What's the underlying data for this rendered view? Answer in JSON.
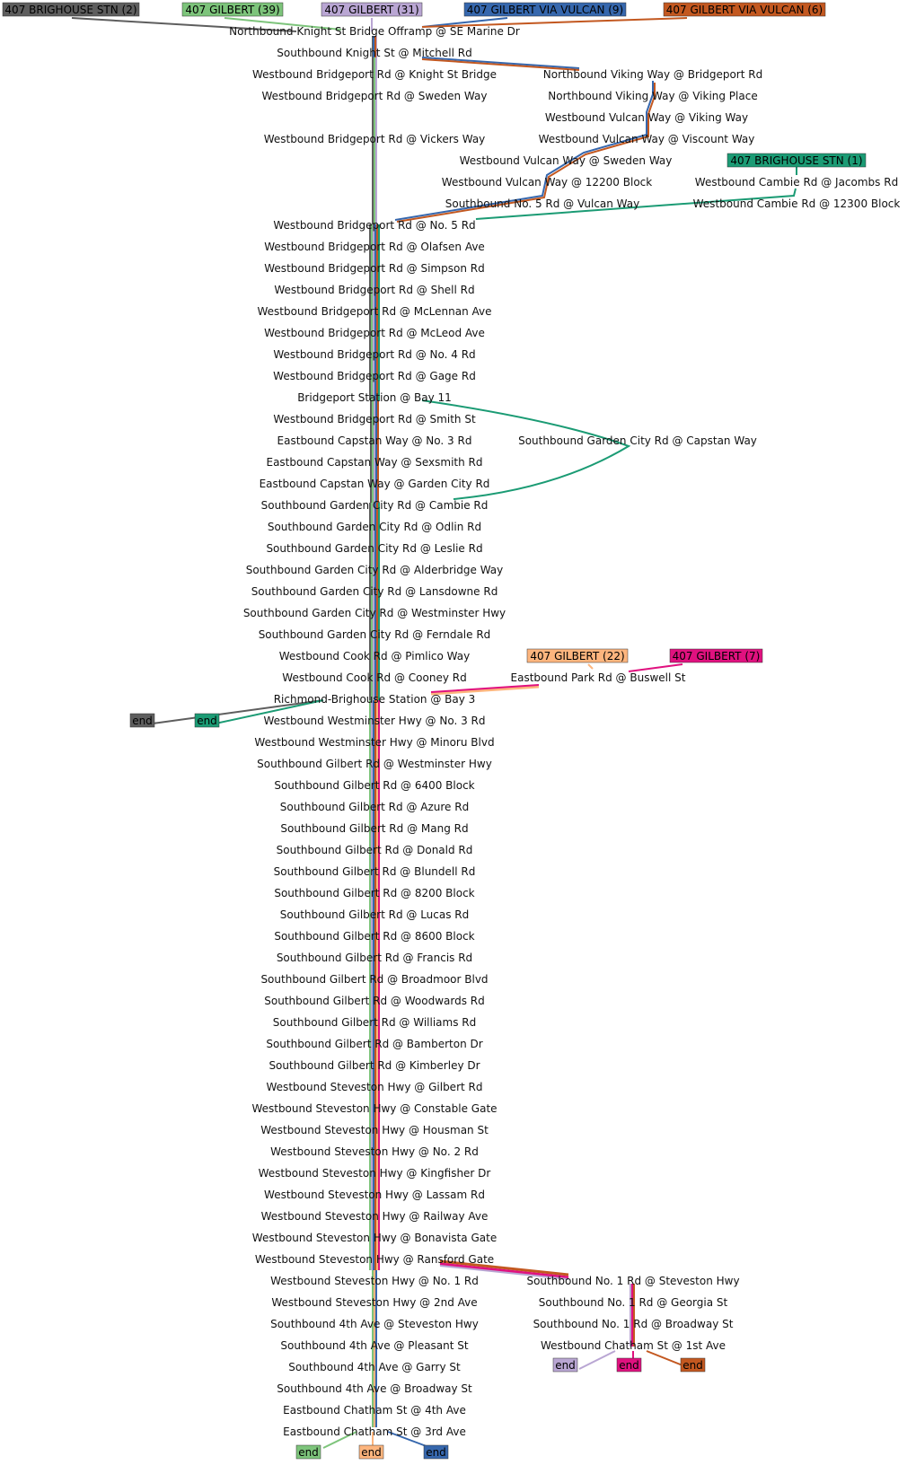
{
  "colors": {
    "gray": "#5e5e5e",
    "lgreen": "#7dc47b",
    "lavender": "#b9a6d3",
    "blue": "#3667ad",
    "orange": "#c35820",
    "teal": "#1b9b74",
    "peach": "#fdb57e",
    "magenta": "#e0117f"
  },
  "routes": [
    {
      "id": "brig2",
      "label": "407 BRIGHOUSE STN (2)",
      "color": "#5e5e5e",
      "text_color": "#000000"
    },
    {
      "id": "gil39",
      "label": "407 GILBERT (39)",
      "color": "#7dc47b",
      "text_color": "#000000"
    },
    {
      "id": "gil31",
      "label": "407 GILBERT (31)",
      "color": "#b9a6d3",
      "text_color": "#000000"
    },
    {
      "id": "vv9",
      "label": "407 GILBERT VIA VULCAN (9)",
      "color": "#3667ad",
      "text_color": "#000000"
    },
    {
      "id": "vv6",
      "label": "407 GILBERT VIA VULCAN (6)",
      "color": "#c35820",
      "text_color": "#000000"
    },
    {
      "id": "brig1",
      "label": "407 BRIGHOUSE STN (1)",
      "color": "#1b9b74",
      "text_color": "#000000"
    },
    {
      "id": "gil22",
      "label": "407 GILBERT (22)",
      "color": "#fdb57e",
      "text_color": "#000000"
    },
    {
      "id": "gil7",
      "label": "407 GILBERT (7)",
      "color": "#e0117f",
      "text_color": "#000000"
    }
  ],
  "stops": [
    {
      "id": "s0",
      "label": "Northbound Knight St Bridge Offramp @ SE Marine Dr"
    },
    {
      "id": "s1",
      "label": "Southbound Knight St @ Mitchell Rd"
    },
    {
      "id": "s2",
      "label": "Westbound Bridgeport Rd @ Knight St Bridge"
    },
    {
      "id": "s3",
      "label": "Westbound Bridgeport Rd @ Sweden Way"
    },
    {
      "id": "s4",
      "label": "Westbound Bridgeport Rd @ Vickers Way"
    },
    {
      "id": "v0",
      "label": "Northbound Viking Way @ Bridgeport Rd"
    },
    {
      "id": "v1",
      "label": "Northbound Viking Way @ Viking Place"
    },
    {
      "id": "v2",
      "label": "Westbound Vulcan Way @ Viking Way"
    },
    {
      "id": "v3",
      "label": "Westbound Vulcan Way @ Viscount Way"
    },
    {
      "id": "v4",
      "label": "Westbound Vulcan Way @ Sweden Way"
    },
    {
      "id": "v5",
      "label": "Westbound Vulcan Way @ 12200 Block"
    },
    {
      "id": "v6",
      "label": "Southbound No. 5 Rd @ Vulcan Way"
    },
    {
      "id": "c0",
      "label": "Westbound Cambie Rd @ Jacombs Rd"
    },
    {
      "id": "c1",
      "label": "Westbound Cambie Rd @ 12300 Block"
    },
    {
      "id": "m0",
      "label": "Westbound Bridgeport Rd @ No. 5 Rd"
    },
    {
      "id": "m1",
      "label": "Westbound Bridgeport Rd @ Olafsen Ave"
    },
    {
      "id": "m2",
      "label": "Westbound Bridgeport Rd @ Simpson Rd"
    },
    {
      "id": "m3",
      "label": "Westbound Bridgeport Rd @ Shell Rd"
    },
    {
      "id": "m4",
      "label": "Westbound Bridgeport Rd @ McLennan Ave"
    },
    {
      "id": "m5",
      "label": "Westbound Bridgeport Rd @ McLeod Ave"
    },
    {
      "id": "m6",
      "label": "Westbound Bridgeport Rd @ No. 4 Rd"
    },
    {
      "id": "m7",
      "label": "Westbound Bridgeport Rd @ Gage Rd"
    },
    {
      "id": "m8",
      "label": "Bridgeport Station @ Bay 11"
    },
    {
      "id": "m9",
      "label": "Westbound Bridgeport Rd @ Smith St"
    },
    {
      "id": "g0",
      "label": "Southbound Garden City Rd @ Capstan Way"
    },
    {
      "id": "m10",
      "label": "Eastbound Capstan Way @ No. 3 Rd"
    },
    {
      "id": "m11",
      "label": "Eastbound Capstan Way @ Sexsmith Rd"
    },
    {
      "id": "m12",
      "label": "Eastbound Capstan Way @ Garden City Rd"
    },
    {
      "id": "m13",
      "label": "Southbound Garden City Rd @ Cambie Rd"
    },
    {
      "id": "m14",
      "label": "Southbound Garden City Rd @ Odlin Rd"
    },
    {
      "id": "m15",
      "label": "Southbound Garden City Rd @ Leslie Rd"
    },
    {
      "id": "m16",
      "label": "Southbound Garden City Rd @ Alderbridge Way"
    },
    {
      "id": "m17",
      "label": "Southbound Garden City Rd @ Lansdowne Rd"
    },
    {
      "id": "m18",
      "label": "Southbound Garden City Rd @ Westminster Hwy"
    },
    {
      "id": "m19",
      "label": "Southbound Garden City Rd @ Ferndale Rd"
    },
    {
      "id": "m20",
      "label": "Westbound Cook Rd @ Pimlico Way"
    },
    {
      "id": "m21",
      "label": "Westbound Cook Rd @ Cooney Rd"
    },
    {
      "id": "p0",
      "label": "Eastbound Park Rd @ Buswell St"
    },
    {
      "id": "m22",
      "label": "Richmond-Brighouse Station @ Bay 3"
    },
    {
      "id": "m23",
      "label": "Westbound Westminster Hwy @ No. 3 Rd"
    },
    {
      "id": "m24",
      "label": "Westbound Westminster Hwy @ Minoru Blvd"
    },
    {
      "id": "m25",
      "label": "Southbound Gilbert Rd @ Westminster Hwy"
    },
    {
      "id": "m26",
      "label": "Southbound Gilbert Rd @ 6400 Block"
    },
    {
      "id": "m27",
      "label": "Southbound Gilbert Rd @ Azure Rd"
    },
    {
      "id": "m28",
      "label": "Southbound Gilbert Rd @ Mang Rd"
    },
    {
      "id": "m29",
      "label": "Southbound Gilbert Rd @ Donald Rd"
    },
    {
      "id": "m30",
      "label": "Southbound Gilbert Rd @ Blundell Rd"
    },
    {
      "id": "m31",
      "label": "Southbound Gilbert Rd @ 8200 Block"
    },
    {
      "id": "m32",
      "label": "Southbound Gilbert Rd @ Lucas Rd"
    },
    {
      "id": "m33",
      "label": "Southbound Gilbert Rd @ 8600 Block"
    },
    {
      "id": "m34",
      "label": "Southbound Gilbert Rd @ Francis Rd"
    },
    {
      "id": "m35",
      "label": "Southbound Gilbert Rd @ Broadmoor Blvd"
    },
    {
      "id": "m36",
      "label": "Southbound Gilbert Rd @ Woodwards Rd"
    },
    {
      "id": "m37",
      "label": "Southbound Gilbert Rd @ Williams Rd"
    },
    {
      "id": "m38",
      "label": "Southbound Gilbert Rd @ Bamberton Dr"
    },
    {
      "id": "m39",
      "label": "Southbound Gilbert Rd @ Kimberley Dr"
    },
    {
      "id": "m40",
      "label": "Westbound Steveston Hwy @ Gilbert Rd"
    },
    {
      "id": "m41",
      "label": "Westbound Steveston Hwy @ Constable Gate"
    },
    {
      "id": "m42",
      "label": "Westbound Steveston Hwy @ Housman St"
    },
    {
      "id": "m43",
      "label": "Westbound Steveston Hwy @ No. 2 Rd"
    },
    {
      "id": "m44",
      "label": "Westbound Steveston Hwy @ Kingfisher Dr"
    },
    {
      "id": "m45",
      "label": "Westbound Steveston Hwy @ Lassam Rd"
    },
    {
      "id": "m46",
      "label": "Westbound Steveston Hwy @ Railway Ave"
    },
    {
      "id": "m47",
      "label": "Westbound Steveston Hwy @ Bonavista Gate"
    },
    {
      "id": "m48",
      "label": "Westbound Steveston Hwy @ Ransford Gate"
    },
    {
      "id": "n0",
      "label": "Southbound No. 1 Rd @ Steveston Hwy"
    },
    {
      "id": "n1",
      "label": "Southbound No. 1 Rd @ Georgia St"
    },
    {
      "id": "n2",
      "label": "Southbound No. 1 Rd @ Broadway St"
    },
    {
      "id": "n3",
      "label": "Westbound Chatham St @ 1st Ave"
    },
    {
      "id": "m49",
      "label": "Westbound Steveston Hwy @ No. 1 Rd"
    },
    {
      "id": "m50",
      "label": "Westbound Steveston Hwy @ 2nd Ave"
    },
    {
      "id": "m51",
      "label": "Southbound 4th Ave @ Steveston Hwy"
    },
    {
      "id": "m52",
      "label": "Southbound 4th Ave @ Pleasant St"
    },
    {
      "id": "m53",
      "label": "Southbound 4th Ave @ Garry St"
    },
    {
      "id": "m54",
      "label": "Southbound 4th Ave @ Broadway St"
    },
    {
      "id": "m55",
      "label": "Eastbound Chatham St @ 4th Ave"
    },
    {
      "id": "m56",
      "label": "Eastbound Chatham St @ 3rd Ave"
    }
  ],
  "end_label": "end",
  "ends": [
    {
      "route": "brig2"
    },
    {
      "route": "brig1"
    },
    {
      "route": "gil31"
    },
    {
      "route": "gil7"
    },
    {
      "route": "vv6"
    },
    {
      "route": "gil39"
    },
    {
      "route": "gil22"
    },
    {
      "route": "vv9"
    }
  ]
}
